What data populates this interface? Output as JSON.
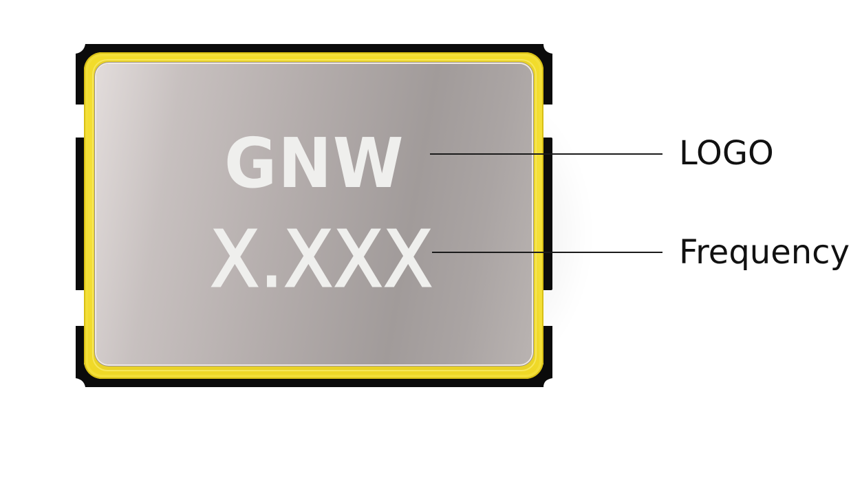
{
  "diagram": {
    "title": "",
    "component": {
      "name": "SMD crystal oscillator package",
      "colors": {
        "base": "#0b0b0b",
        "frame": "#f2dc2a",
        "lid": "#b3acab",
        "marking": "#efefed"
      },
      "marking": {
        "line1": "GNW",
        "line2": "X.XXX"
      }
    },
    "callouts": [
      {
        "label": "LOGO",
        "target": "GNW"
      },
      {
        "label": "Frequency",
        "target": "X.XXX"
      }
    ]
  }
}
